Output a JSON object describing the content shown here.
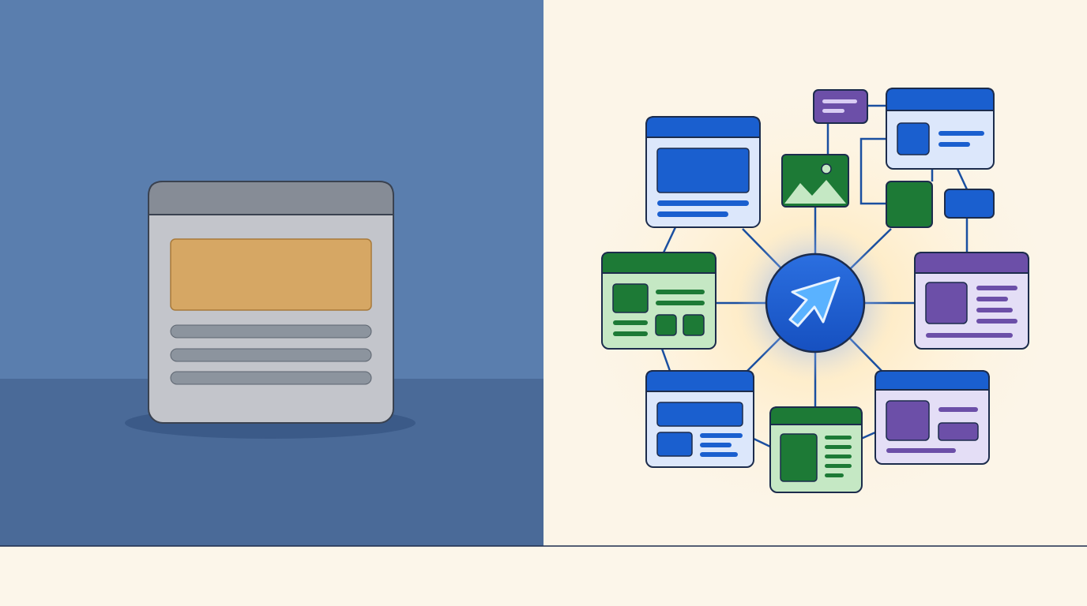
{
  "colors": {
    "left_bg": "#5a7eae",
    "left_floor": "#4a6a98",
    "right_bg": "#fcf5e8",
    "bottom_strip": "#fcf6ea",
    "outline": "#1c2c4c",
    "blue": "#1a5fcf",
    "blue_light": "#dce7fb",
    "green": "#1d7a36",
    "green_light": "#c5e8c4",
    "purple": "#6c4fa8",
    "purple_light": "#e4def6",
    "gray_card": "#c3c5cb",
    "gray_header": "#868c96",
    "gray_line": "#8c949e",
    "amber": "#d6a764",
    "glow": "#ffe6b3"
  },
  "left_scene": {
    "card": "single-window-card",
    "hero_block": "amber-banner",
    "text_lines": 3
  },
  "right_scene": {
    "hub_icon": "cursor-arrow-icon",
    "image_icon": "mountain-image-icon",
    "nodes": [
      "window-top-left-blue",
      "window-top-right-blue",
      "window-left-green",
      "window-right-purple",
      "window-bottom-left-blue",
      "window-bottom-center-green",
      "window-bottom-right-purple",
      "tag-purple",
      "square-green",
      "pill-blue",
      "image-tile"
    ]
  }
}
